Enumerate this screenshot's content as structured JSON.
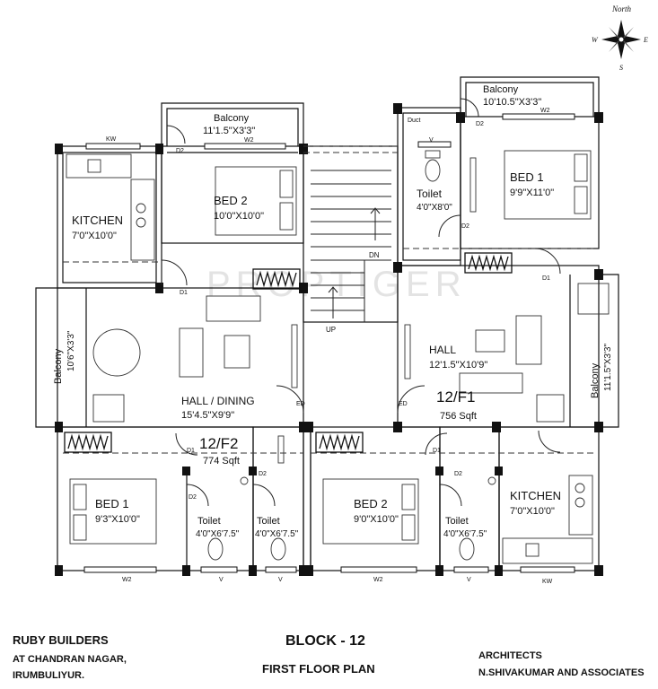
{
  "compass": {
    "north": "North",
    "south": "S",
    "east": "E",
    "west": "W"
  },
  "watermark": "PROPTIGER",
  "flats": [
    {
      "id": "12/F1",
      "area": "756 Sqft"
    },
    {
      "id": "12/F2",
      "area": "774 Sqft"
    }
  ],
  "rooms": {
    "balcony_top_left": {
      "name": "Balcony",
      "dim": "11'1.5\"X3'3\""
    },
    "balcony_top_right": {
      "name": "Balcony",
      "dim": "10'10.5\"X3'3\""
    },
    "balcony_left": {
      "name": "Balcony",
      "dim": "10'6\"X3'3\""
    },
    "balcony_right": {
      "name": "Balcony",
      "dim": "11'1.5\"X3'3\""
    },
    "kitchen_top": {
      "name": "KITCHEN",
      "dim": "7'0\"X10'0\""
    },
    "bed2_top": {
      "name": "BED 2",
      "dim": "10'0\"X10'0\""
    },
    "bed1_top": {
      "name": "BED 1",
      "dim": "9'9\"X11'0\""
    },
    "toilet_top": {
      "name": "Toilet",
      "dim": "4'0\"X8'0\""
    },
    "hall_dining": {
      "name": "HALL / DINING",
      "dim": "15'4.5\"X9'9\""
    },
    "hall": {
      "name": "HALL",
      "dim": "12'1.5\"X10'9\""
    },
    "bed1_bottom": {
      "name": "BED 1",
      "dim": "9'3\"X10'0\""
    },
    "toilet_b1": {
      "name": "Toilet",
      "dim": "4'0\"X6'7.5\""
    },
    "toilet_b2": {
      "name": "Toilet",
      "dim": "4'0\"X6'7.5\""
    },
    "bed2_bottom": {
      "name": "BED 2",
      "dim": "9'0\"X10'0\""
    },
    "toilet_b3": {
      "name": "Toilet",
      "dim": "4'0\"X6'7.5\""
    },
    "kitchen_bottom": {
      "name": "KITCHEN",
      "dim": "7'0\"X10'0\""
    }
  },
  "tags": {
    "kw": "KW",
    "w2": "W2",
    "v": "V",
    "d1": "D1",
    "d2": "D2",
    "ed": "ED",
    "duct": "Duct",
    "up": "UP",
    "dn": "DN"
  },
  "footer": {
    "builder": "RUBY BUILDERS",
    "address_line1": "AT CHANDRAN NAGAR,",
    "address_line2": "IRUMBULIYUR.",
    "block": "BLOCK - 12",
    "plan": "FIRST FLOOR PLAN",
    "architects_label": "ARCHITECTS",
    "architects_name": "N.SHIVAKUMAR AND ASSOCIATES"
  }
}
